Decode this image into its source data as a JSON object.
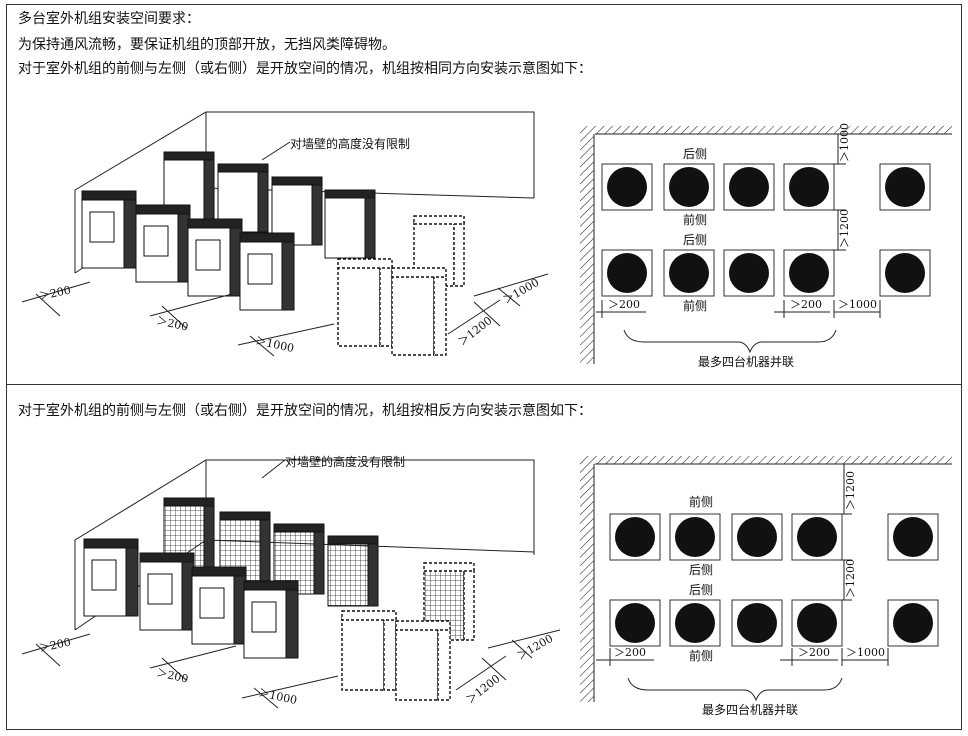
{
  "section1": {
    "heading": "多台室外机组安装空间要求：",
    "line1": "为保持通风流畅，要保证机组的顶部开放，无挡风类障碍物。",
    "line2": "对于室外机组的前侧与左侧（或右侧）是开放空间的情况，机组按相同方向安装示意图如下：",
    "wall_note": "对墙壁的高度没有限制",
    "iso_dims": [
      "＞200",
      "＞200",
      "＞1000",
      "＞1200",
      "＞1000"
    ],
    "plan": {
      "rear_label": "后侧",
      "front_label_row1": "前侧",
      "rear_label_row2": "后侧",
      "front_label_row2": "前侧",
      "dim_top": "＞1000",
      "dim_between": "＞1200",
      "dim_left": "＞200",
      "dim_gap": "＞200",
      "dim_right": "＞1000",
      "bracket_label": "最多四台机器并联"
    }
  },
  "section2": {
    "line": "对于室外机组的前侧与左侧（或右侧）是开放空间的情况，机组按相反方向安装示意图如下：",
    "wall_note": "对墙壁的高度没有限制",
    "iso_dims": [
      "＞200",
      "＞200",
      "＞1000",
      "＞1200",
      "＞1200"
    ],
    "plan": {
      "front_label_row1": "前侧",
      "rear_label_row1": "后侧",
      "rear_label_row2": "后侧",
      "front_label_row2": "前侧",
      "dim_top": "＞1200",
      "dim_between": "＞1200",
      "dim_left": "＞200",
      "dim_gap": "＞200",
      "dim_right": "＞1000",
      "bracket_label": "最多四台机器并联"
    }
  }
}
